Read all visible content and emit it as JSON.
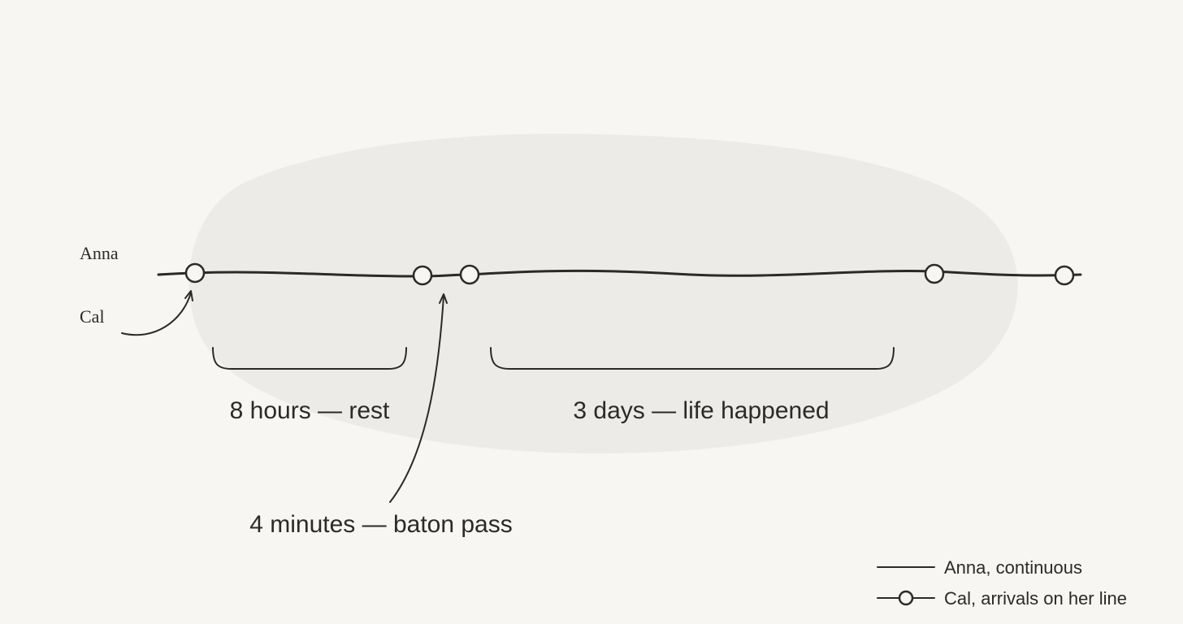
{
  "labels": {
    "anna": "Anna",
    "cal": "Cal"
  },
  "spans": [
    {
      "id": "rest",
      "text": "8 hours — rest"
    },
    {
      "id": "life",
      "text": "3 days — life happened"
    }
  ],
  "callout": {
    "text": "4 minutes — baton pass"
  },
  "legend": {
    "anna": "Anna, continuous",
    "cal": "Cal, arrivals on her line"
  },
  "colors": {
    "background": "#f7f6f3",
    "blob": "#edebe7",
    "ink": "#2a2a2a"
  }
}
